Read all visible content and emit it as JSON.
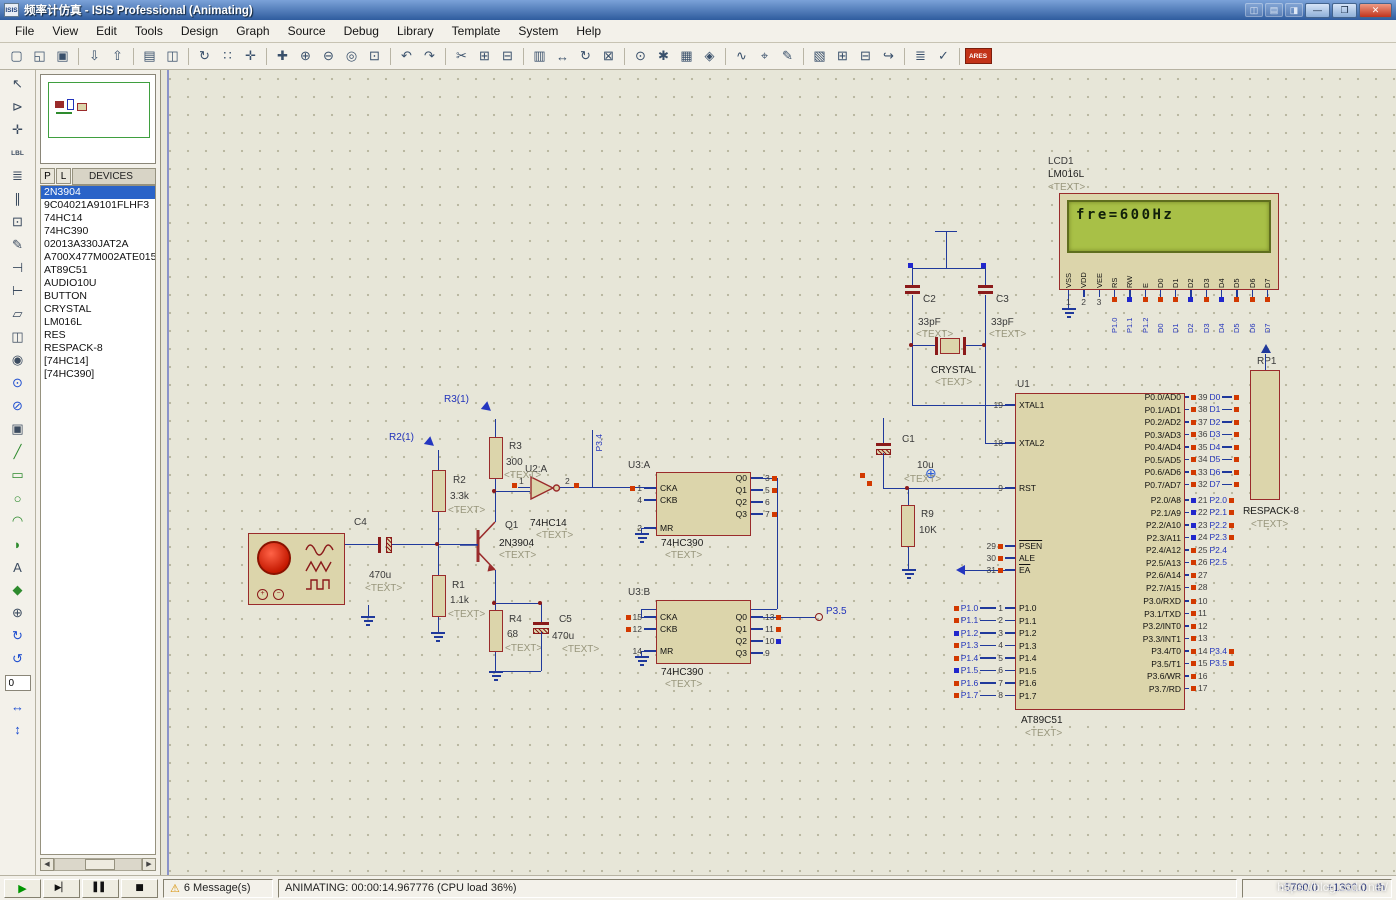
{
  "window": {
    "icon_text": "ISIS",
    "title": "频率计仿真 - ISIS Professional (Animating)",
    "gadgets": [
      {
        "n": "titlebar-gadget-icon-1",
        "g": "◫"
      },
      {
        "n": "titlebar-gadget-icon-2",
        "g": "▤"
      },
      {
        "n": "titlebar-gadget-icon-3",
        "g": "◨"
      }
    ],
    "buttons": [
      {
        "n": "minimize-button",
        "g": "—"
      },
      {
        "n": "maximize-button",
        "g": "❐"
      },
      {
        "n": "close-button",
        "g": "✕",
        "cls": "close"
      }
    ]
  },
  "menu": {
    "items": [
      "File",
      "View",
      "Edit",
      "Tools",
      "Design",
      "Graph",
      "Source",
      "Debug",
      "Library",
      "Template",
      "System",
      "Help"
    ]
  },
  "toolbar": {
    "icons": [
      {
        "n": "new-design-icon",
        "g": "▢"
      },
      {
        "n": "open-design-icon",
        "g": "◱"
      },
      {
        "n": "save-design-icon",
        "g": "▣"
      },
      {
        "n": "import-section-icon",
        "g": "⇩",
        "sep": 1
      },
      {
        "n": "export-section-icon",
        "g": "⇧"
      },
      {
        "n": "print-icon",
        "g": "▤",
        "sep": 1
      },
      {
        "n": "mark-output-area-icon",
        "g": "◫"
      },
      {
        "n": "redraw-icon",
        "g": "↻",
        "sep": 1
      },
      {
        "n": "toggle-grid-icon",
        "g": "∷"
      },
      {
        "n": "toggle-origin-icon",
        "g": "✛"
      },
      {
        "n": "pan-icon",
        "g": "✚",
        "sep": 1
      },
      {
        "n": "zoom-in-icon",
        "g": "⊕"
      },
      {
        "n": "zoom-out-icon",
        "g": "⊖"
      },
      {
        "n": "zoom-all-icon",
        "g": "◎"
      },
      {
        "n": "zoom-area-icon",
        "g": "⊡"
      },
      {
        "n": "undo-icon",
        "g": "↶",
        "sep": 1
      },
      {
        "n": "redo-icon",
        "g": "↷"
      },
      {
        "n": "cut-icon",
        "g": "✂",
        "sep": 1
      },
      {
        "n": "copy-icon",
        "g": "⊞"
      },
      {
        "n": "paste-icon",
        "g": "⊟"
      },
      {
        "n": "block-copy-icon",
        "g": "▥",
        "sep": 1
      },
      {
        "n": "block-move-icon",
        "g": "↔"
      },
      {
        "n": "block-rotate-icon",
        "g": "↻"
      },
      {
        "n": "block-delete-icon",
        "g": "⊠"
      },
      {
        "n": "pick-parts-icon",
        "g": "⊙",
        "sep": 1
      },
      {
        "n": "make-device-icon",
        "g": "✱"
      },
      {
        "n": "packaging-tool-icon",
        "g": "▦"
      },
      {
        "n": "decompose-icon",
        "g": "◈"
      },
      {
        "n": "wire-autorouter-icon",
        "g": "∿",
        "sep": 1
      },
      {
        "n": "search-tag-icon",
        "g": "⌖"
      },
      {
        "n": "property-assignment-icon",
        "g": "✎"
      },
      {
        "n": "design-explorer-icon",
        "g": "▧",
        "sep": 1
      },
      {
        "n": "new-sheet-icon",
        "g": "⊞"
      },
      {
        "n": "remove-sheet-icon",
        "g": "⊟"
      },
      {
        "n": "goto-sheet-icon",
        "g": "↪"
      },
      {
        "n": "bill-of-materials-icon",
        "g": "≣",
        "sep": 1
      },
      {
        "n": "electrical-rule-check-icon",
        "g": "✓"
      },
      {
        "n": "netlist-to-ares-icon",
        "g": "ARES",
        "cls": "ares",
        "sep": 1
      }
    ]
  },
  "palette": {
    "icons": [
      {
        "n": "selection-mode-icon",
        "g": "↖"
      },
      {
        "n": "component-mode-icon",
        "g": "⊳"
      },
      {
        "n": "junction-dot-mode-icon",
        "g": "✛"
      },
      {
        "n": "wire-label-mode-icon",
        "g": "LBL",
        "cls": "tiny"
      },
      {
        "n": "text-script-mode-icon",
        "g": "≣"
      },
      {
        "n": "buses-mode-icon",
        "g": "∥"
      },
      {
        "n": "subcircuit-mode-icon",
        "g": "⊡"
      },
      {
        "n": "instant-edit-mode-icon",
        "g": "✎"
      },
      {
        "n": "terminals-mode-icon",
        "g": "⊣"
      },
      {
        "n": "device-pins-mode-icon",
        "g": "⊢"
      },
      {
        "n": "graph-mode-icon",
        "g": "▱"
      },
      {
        "n": "tape-recorder-mode-icon",
        "g": "◫"
      },
      {
        "n": "generator-mode-icon",
        "g": "◉"
      },
      {
        "n": "voltage-probe-mode-icon",
        "g": "⊙",
        "cls": "blue"
      },
      {
        "n": "current-probe-mode-icon",
        "g": "⊘",
        "cls": "blue"
      },
      {
        "n": "virtual-instruments-mode-icon",
        "g": "▣"
      },
      {
        "n": "2d-line-icon",
        "g": "╱",
        "cls": "green"
      },
      {
        "n": "2d-box-icon",
        "g": "▭",
        "cls": "green"
      },
      {
        "n": "2d-circle-icon",
        "g": "○",
        "cls": "green"
      },
      {
        "n": "2d-arc-icon",
        "g": "◠",
        "cls": "green"
      },
      {
        "n": "2d-path-icon",
        "g": "◗",
        "cls": "green"
      },
      {
        "n": "2d-text-icon",
        "g": "A"
      },
      {
        "n": "2d-symbol-icon",
        "g": "◆",
        "cls": "green"
      },
      {
        "n": "markers-icon",
        "g": "⊕"
      },
      {
        "n": "rotate-cw-icon",
        "g": "↻",
        "cls": "blue"
      },
      {
        "n": "rotate-ccw-icon",
        "g": "↺",
        "cls": "blue"
      }
    ],
    "angle": "0",
    "icons2": [
      {
        "n": "flip-horizontal-icon",
        "g": "↔",
        "cls": "blue"
      },
      {
        "n": "flip-vertical-icon",
        "g": "↕",
        "cls": "blue"
      }
    ]
  },
  "sidebar": {
    "p": "P",
    "l": "L",
    "header": "DEVICES",
    "devices": [
      {
        "label": "2N3904",
        "sel": true
      },
      {
        "label": "9C04021A9101FLHF3"
      },
      {
        "label": "74HC14"
      },
      {
        "label": "74HC390"
      },
      {
        "label": "02013A330JAT2A"
      },
      {
        "label": "A700X477M002ATE015"
      },
      {
        "label": "AT89C51"
      },
      {
        "label": "AUDIO10U"
      },
      {
        "label": "BUTTON"
      },
      {
        "label": "CRYSTAL"
      },
      {
        "label": "LM016L"
      },
      {
        "label": "RES"
      },
      {
        "label": "RESPACK-8"
      },
      {
        "label": "[74HC14]"
      },
      {
        "label": "[74HC390]"
      }
    ]
  },
  "statusbar": {
    "controls": [
      {
        "n": "play-button",
        "g": "▶",
        "cls": "play"
      },
      {
        "n": "step-button",
        "g": "▶▏"
      },
      {
        "n": "pause-button",
        "g": "▌▌"
      },
      {
        "n": "stop-button",
        "g": "■"
      }
    ],
    "warn_icon": "⚠",
    "messages": "6 Message(s)",
    "animating": "ANIMATING: 00:00:14.967776 (CPU load 36%)",
    "coords": {
      "x": "-5700.0",
      "y": "+1300.0",
      "unit": "th"
    },
    "watermark": "https://blog.csdn.net/"
  },
  "sch": {
    "lcd": {
      "ref": "LCD1",
      "part": "LM016L",
      "txt": "<TEXT>",
      "display": "fre=600Hz",
      "pins": [
        "VSS",
        "VDD",
        "VEE",
        "RS",
        "RW",
        "E",
        "D0",
        "D1",
        "D2",
        "D3",
        "D4",
        "D5",
        "D6",
        "D7"
      ],
      "pin_numbers": [
        "1",
        "2",
        "3"
      ],
      "nets": [
        "P1.0",
        "P1.1",
        "P1.2",
        "D0",
        "D1",
        "D2",
        "D3",
        "D4",
        "D5",
        "D6",
        "D7"
      ],
      "squares": [
        "r",
        "b",
        "r",
        "r",
        "r",
        "b",
        "r",
        "b",
        "r",
        "r",
        "r"
      ]
    },
    "u1": {
      "ref": "U1",
      "part": "AT89C51",
      "txt": "<TEXT>",
      "left_pins": [
        {
          "num": "19",
          "name": "XTAL1"
        },
        {
          "num": "18",
          "name": "XTAL2"
        },
        {
          "num": "9",
          "name": "RST"
        },
        {
          "num": "29",
          "name": "PSEN",
          "sq": "r"
        },
        {
          "num": "30",
          "name": "ALE",
          "sq": "r"
        },
        {
          "num": "31",
          "name": "EA",
          "sq": "r"
        },
        {
          "num": "1",
          "name": "P1.0",
          "net": "P1.0",
          "sq": "r"
        },
        {
          "num": "2",
          "name": "P1.1",
          "net": "P1.1",
          "sq": "r"
        },
        {
          "num": "3",
          "name": "P1.2",
          "net": "P1.2",
          "sq": "b"
        },
        {
          "num": "4",
          "name": "P1.3",
          "net": "P1.3",
          "sq": "r"
        },
        {
          "num": "5",
          "name": "P1.4",
          "net": "P1.4",
          "sq": "r"
        },
        {
          "num": "6",
          "name": "P1.5",
          "net": "P1.5",
          "sq": "b"
        },
        {
          "num": "7",
          "name": "P1.6",
          "net": "P1.6",
          "sq": "r"
        },
        {
          "num": "8",
          "name": "P1.7",
          "net": "P1.7",
          "sq": "r"
        }
      ],
      "right_pins": [
        {
          "num": "39",
          "name": "P0.0/AD0",
          "net": "D0",
          "sq": "r",
          "sq2": "r"
        },
        {
          "num": "38",
          "name": "P0.1/AD1",
          "net": "D1",
          "sq": "r",
          "sq2": "r"
        },
        {
          "num": "37",
          "name": "P0.2/AD2",
          "net": "D2",
          "sq": "r",
          "sq2": "r"
        },
        {
          "num": "36",
          "name": "P0.3/AD3",
          "net": "D3",
          "sq": "r",
          "sq2": "r"
        },
        {
          "num": "35",
          "name": "P0.4/AD4",
          "net": "D4",
          "sq": "r",
          "sq2": "r"
        },
        {
          "num": "34",
          "name": "P0.5/AD5",
          "net": "D5",
          "sq": "r",
          "sq2": "r"
        },
        {
          "num": "33",
          "name": "P0.6/AD6",
          "net": "D6",
          "sq": "r",
          "sq2": "r"
        },
        {
          "num": "32",
          "name": "P0.7/AD7",
          "net": "D7",
          "sq": "r",
          "sq2": "r"
        },
        {
          "num": "21",
          "name": "P2.0/A8",
          "net": "P2.0",
          "sq": "b",
          "sq2": "r"
        },
        {
          "num": "22",
          "name": "P2.1/A9",
          "net": "P2.1",
          "sq": "b",
          "sq2": "r"
        },
        {
          "num": "23",
          "name": "P2.2/A10",
          "net": "P2.2",
          "sq": "b",
          "sq2": "r"
        },
        {
          "num": "24",
          "name": "P2.3/A11",
          "net": "P2.3",
          "sq": "b",
          "sq2": "r"
        },
        {
          "num": "25",
          "name": "P2.4/A12",
          "net": "P2.4",
          "sq": "r"
        },
        {
          "num": "26",
          "name": "P2.5/A13",
          "net": "P2.5",
          "sq": "r"
        },
        {
          "num": "27",
          "name": "P2.6/A14",
          "sq": "r"
        },
        {
          "num": "28",
          "name": "P2.7/A15",
          "sq": "r"
        },
        {
          "num": "10",
          "name": "P3.0/RXD",
          "sq": "r"
        },
        {
          "num": "11",
          "name": "P3.1/TXD",
          "sq": "r"
        },
        {
          "num": "12",
          "name": "P3.2/INT0",
          "sq": "r"
        },
        {
          "num": "13",
          "name": "P3.3/INT1",
          "sq": "r"
        },
        {
          "num": "14",
          "name": "P3.4/T0",
          "net": "P3.4",
          "sq": "r",
          "sq2": "r"
        },
        {
          "num": "15",
          "name": "P3.5/T1",
          "net": "P3.5",
          "sq": "r",
          "sq2": "r"
        },
        {
          "num": "16",
          "name": "P3.6/WR",
          "sq": "r"
        },
        {
          "num": "17",
          "name": "P3.7/RD",
          "sq": "r"
        }
      ]
    },
    "u2a": {
      "ref": "U2:A",
      "part": "74HC14",
      "txt": "<TEXT>",
      "in_num": "1",
      "out_num": "2"
    },
    "u3a": {
      "ref": "U3:A",
      "part": "74HC390",
      "txt": "<TEXT>",
      "left": [
        {
          "num": "1",
          "name": "CKA",
          "sq": "r"
        },
        {
          "num": "4",
          "name": "CKB"
        },
        {
          "num": "2",
          "name": "MR"
        }
      ],
      "right": [
        {
          "num": "3",
          "name": "Q0",
          "sq": "r"
        },
        {
          "num": "5",
          "name": "Q1",
          "sq": "r"
        },
        {
          "num": "6",
          "name": "Q2"
        },
        {
          "num": "7",
          "name": "Q3",
          "sq": "r"
        }
      ]
    },
    "u3b": {
      "ref": "U3:B",
      "part": "74HC390",
      "txt": "<TEXT>",
      "left": [
        {
          "num": "15",
          "name": "CKA",
          "sq": "r"
        },
        {
          "num": "12",
          "name": "CKB",
          "sq": "r"
        },
        {
          "num": "14",
          "name": "MR"
        }
      ],
      "right": [
        {
          "num": "13",
          "name": "Q0",
          "sq": "r"
        },
        {
          "num": "11",
          "name": "Q1",
          "sq": "r"
        },
        {
          "num": "10",
          "name": "Q2",
          "sq": "b"
        },
        {
          "num": "9",
          "name": "Q3"
        }
      ]
    },
    "rp1": {
      "ref": "RP1",
      "part": "RESPACK-8",
      "txt": "<TEXT>"
    },
    "q1": {
      "ref": "Q1",
      "part": "2N3904",
      "txt": "<TEXT>"
    },
    "r1": {
      "ref": "R1",
      "val": "1.1k",
      "txt": "<TEXT>"
    },
    "r2": {
      "ref": "R2",
      "val": "3.3k",
      "txt": "<TEXT>"
    },
    "r3": {
      "ref": "R3",
      "val": "300",
      "txt": "<TEXT>"
    },
    "r4": {
      "ref": "R4",
      "val": "68",
      "txt": "<TEXT>"
    },
    "r9": {
      "ref": "R9",
      "val": "10K",
      "txt": "<TEXT>"
    },
    "c1": {
      "ref": "C1",
      "val": "10u",
      "txt": "<TEXT>"
    },
    "c2": {
      "ref": "C2",
      "val": "33pF",
      "txt": "<TEXT>"
    },
    "c3": {
      "ref": "C3",
      "val": "33pF",
      "txt": "<TEXT>"
    },
    "c4": {
      "ref": "C4",
      "val": "470u",
      "txt": "<TEXT>"
    },
    "c5": {
      "ref": "C5",
      "val": "470u",
      "txt": "<TEXT>"
    },
    "xtal": {
      "part": "CRYSTAL",
      "txt": "<TEXT>"
    },
    "nets": {
      "r3_probe": "R3(1)",
      "r2_probe": "R2(1)",
      "p34": "P3.4",
      "p35": "P3.5"
    }
  }
}
